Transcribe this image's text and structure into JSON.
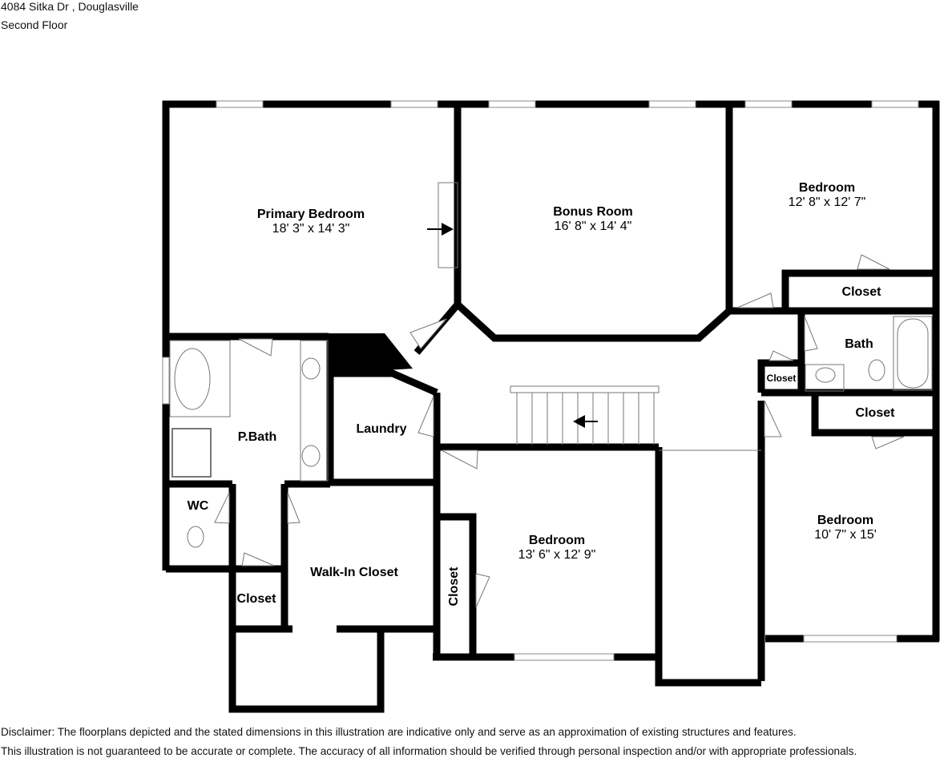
{
  "header": {
    "address": "4084 Sitka Dr , Douglasville",
    "floor": "Second Floor"
  },
  "rooms": [
    {
      "name": "Primary Bedroom",
      "dims": "18' 3\" x 14' 3\""
    },
    {
      "name": "Bonus Room",
      "dims": "16' 8\" x 14' 4\""
    },
    {
      "name": "Bedroom",
      "dims": "12' 8\" x 12' 7\""
    },
    {
      "name": "Closet",
      "dims": ""
    },
    {
      "name": "Bath",
      "dims": ""
    },
    {
      "name": "Closet",
      "dims": ""
    },
    {
      "name": "Closet",
      "dims": ""
    },
    {
      "name": "P.Bath",
      "dims": ""
    },
    {
      "name": "Laundry",
      "dims": ""
    },
    {
      "name": "WC",
      "dims": ""
    },
    {
      "name": "Walk-In Closet",
      "dims": ""
    },
    {
      "name": "Closet",
      "dims": ""
    },
    {
      "name": "Closet",
      "dims": ""
    },
    {
      "name": "Bedroom",
      "dims": "13' 6\" x 12' 9\""
    },
    {
      "name": "Bedroom",
      "dims": "10' 7\" x 15'"
    }
  ],
  "icons": [
    "stairs-arrow-icon",
    "entry-arrow-icon",
    "door-swing-icon",
    "toilet-icon",
    "sink-icon",
    "bathtub-icon",
    "shower-icon"
  ],
  "colors": {
    "wall": "#000000",
    "background": "#ffffff",
    "fixture": "#777777"
  },
  "disclaimer": {
    "line1": "Disclaimer: The floorplans depicted and the stated dimensions in this illustration are indicative only and serve as an approximation of existing structures and features.",
    "line2": "This illustration is not guaranteed to be accurate or complete. The accuracy of all information should be verified through personal inspection and/or with appropriate professionals."
  }
}
